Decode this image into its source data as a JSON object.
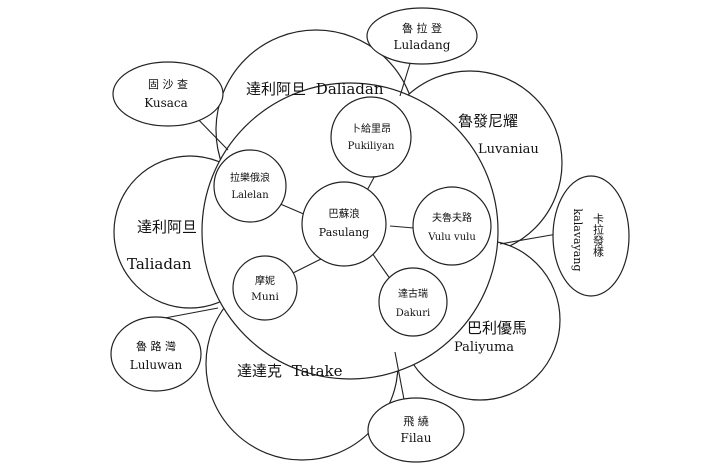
{
  "center": {
    "zh": "巴蘇浪",
    "en": "Pasulang"
  },
  "inner": [
    {
      "id": "pukiliyan",
      "zh": "卜給里昂",
      "en": "Pukiliyan"
    },
    {
      "id": "lalelan",
      "zh": "拉樂俄浪",
      "en": "Lalelan"
    },
    {
      "id": "vulu",
      "zh": "夫魯夫路",
      "en": "Vulu vulu"
    },
    {
      "id": "muni",
      "zh": "摩妮",
      "en": "Muni"
    },
    {
      "id": "dakuri",
      "zh": "達古瑞",
      "en": "Dakuri"
    }
  ],
  "outer": [
    {
      "id": "daliadan",
      "zh": "達利阿旦",
      "en": "Daliadan"
    },
    {
      "id": "luvaniau",
      "zh": "魯發尼耀",
      "en": "Luvaniau"
    },
    {
      "id": "taliadan",
      "zh": "達利阿旦",
      "en": "Taliadan"
    },
    {
      "id": "paliyuma",
      "zh": "巴利優馬",
      "en": "Paliyuma"
    },
    {
      "id": "tatake",
      "zh": "達達克",
      "en": "Tatake"
    }
  ],
  "satellites": [
    {
      "id": "luladang",
      "zh": "魯 拉 登",
      "en": "Luladang"
    },
    {
      "id": "kusaca",
      "zh": "固 沙 查",
      "en": "Kusaca"
    },
    {
      "id": "kalavayang",
      "zh": "卡拉發樣",
      "en": "kalavayang"
    },
    {
      "id": "luluwan",
      "zh": "魯 路 灣",
      "en": "Luluwan"
    },
    {
      "id": "filau",
      "zh": "飛 繞",
      "en": "Filau"
    }
  ]
}
